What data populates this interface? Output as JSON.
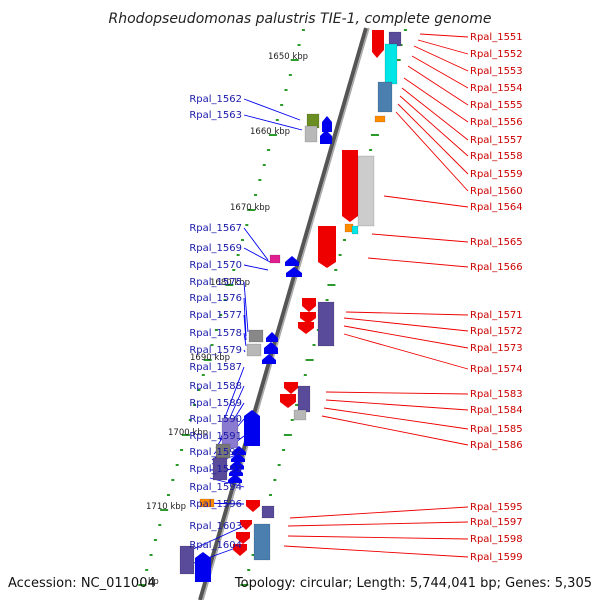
{
  "title": "Rhodopseudomonas palustris TIE-1, complete genome",
  "accession": "Accession: NC_011004",
  "topology": "Topology: circular; Length: 5,744,041 bp; Genes: 5,305",
  "scale_labels": [
    "1650 kbp",
    "1660 kbp",
    "1670 kbp",
    "1680 kbp",
    "1690 kbp",
    "1700 kbp",
    "1710 kbp",
    "bp"
  ],
  "left_labels": [
    "Rpal_1562",
    "Rpal_1563",
    "Rpal_1567",
    "Rpal_1569",
    "Rpal_1570",
    "Rpal_1575",
    "Rpal_1576",
    "Rpal_1577",
    "Rpal_1578",
    "Rpal_1579",
    "Rpal_1587",
    "Rpal_1588",
    "Rpal_1589",
    "Rpal_1590",
    "Rpal_1591",
    "Rpal_1592",
    "Rpal_1593",
    "Rpal_1594",
    "Rpal_1596",
    "Rpal_1603",
    "Rpal_1604"
  ],
  "right_labels": [
    "Rpal_1551",
    "Rpal_1552",
    "Rpal_1553",
    "Rpal_1554",
    "Rpal_1555",
    "Rpal_1556",
    "Rpal_1557",
    "Rpal_1558",
    "Rpal_1559",
    "Rpal_1560",
    "Rpal_1564",
    "Rpal_1565",
    "Rpal_1566",
    "Rpal_1571",
    "Rpal_1572",
    "Rpal_1573",
    "Rpal_1574",
    "Rpal_1583",
    "Rpal_1584",
    "Rpal_1585",
    "Rpal_1586",
    "Rpal_1595",
    "Rpal_1597",
    "Rpal_1598",
    "Rpal_1599"
  ],
  "colors": {
    "forward": "#0000ee",
    "reverse": "#ee0000",
    "label_forward": "#1a1aa8",
    "label_reverse": "#cc0000",
    "tick": "#2a9a2a",
    "backbone": "#777777",
    "cyan": "#00e5e5",
    "steel": "#4a7fb0",
    "purple": "#5a4a9a",
    "lavender": "#8a7ad0",
    "gray": "#b8b8b8",
    "olive": "#6b8e23",
    "magenta": "#e0208f",
    "orange": "#ff8c00"
  }
}
